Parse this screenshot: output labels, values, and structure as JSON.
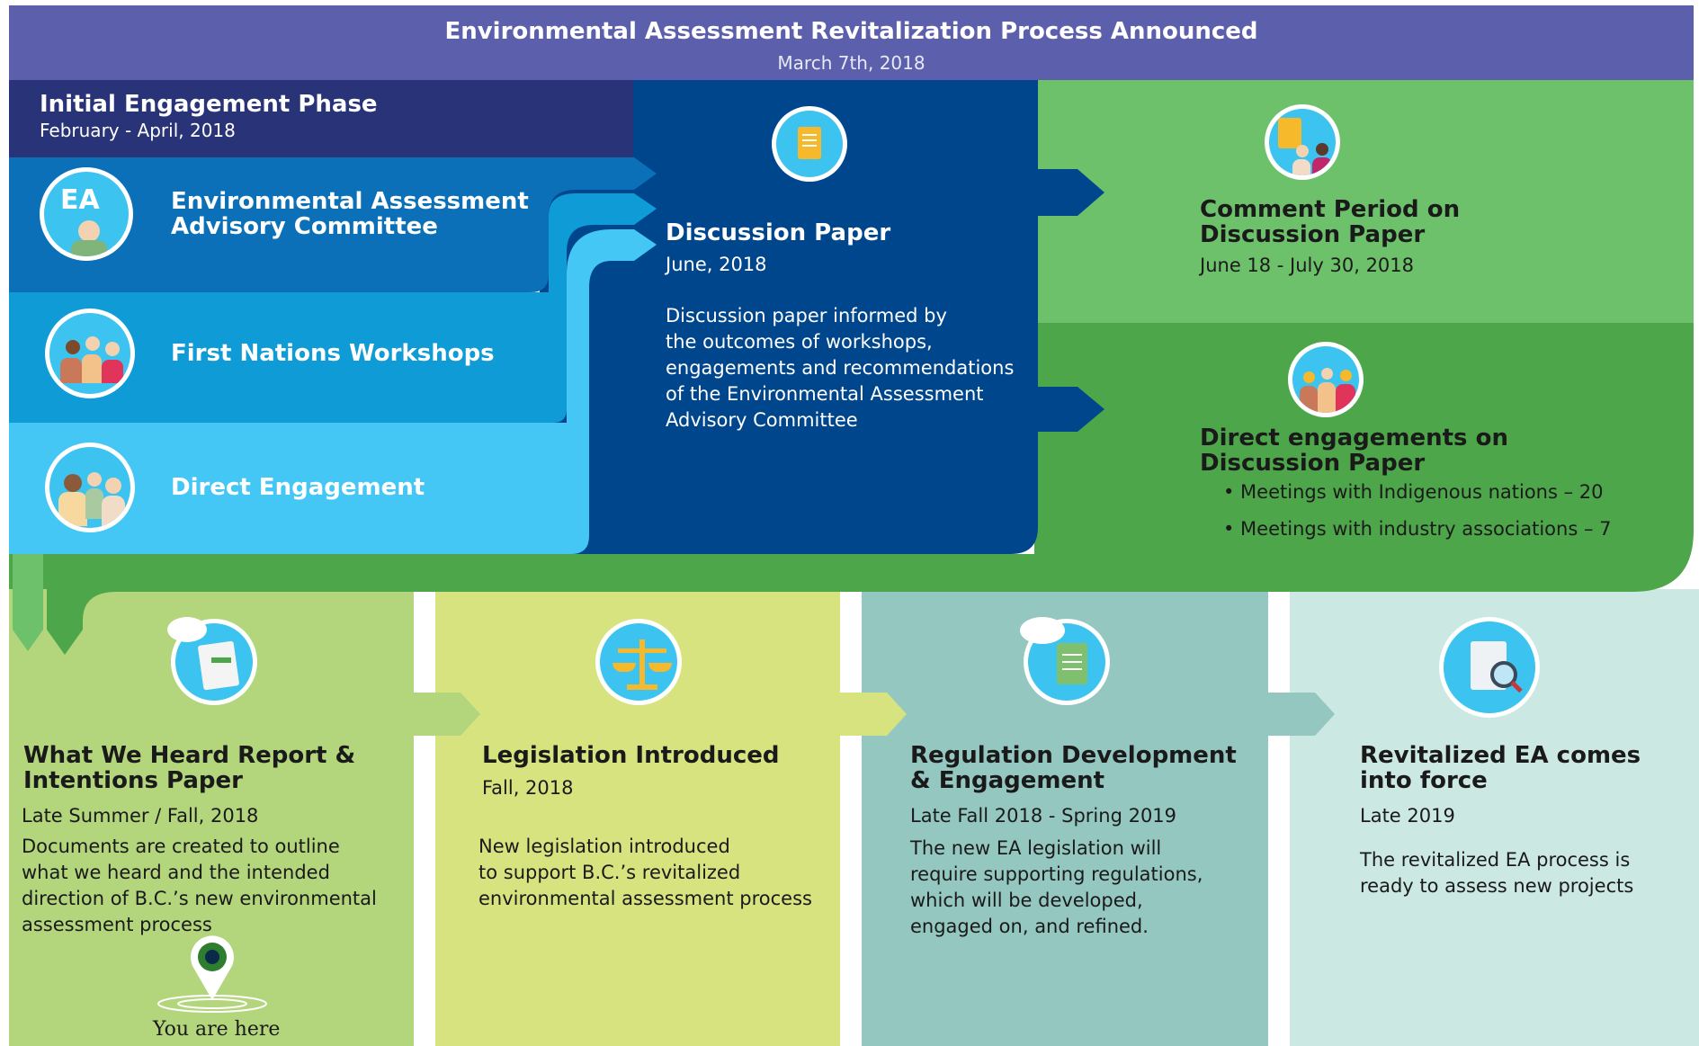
{
  "header": {
    "title": "Environmental Assessment Revitalization Process Announced",
    "date": "March 7th, 2018"
  },
  "initial_phase": {
    "title": "Initial Engagement Phase",
    "date": "February - April, 2018",
    "items": [
      {
        "label_line1": "Environmental Assessment",
        "label_line2": "Advisory Committee",
        "icon": "ea-committee-icon",
        "badge": "EA"
      },
      {
        "label": "First Nations Workshops",
        "icon": "workshop-group-icon"
      },
      {
        "label": "Direct Engagement",
        "icon": "people-icon"
      }
    ]
  },
  "discussion_paper": {
    "title": "Discussion Paper",
    "date": "June, 2018",
    "body": [
      "Discussion paper  informed by",
      "the outcomes of workshops,",
      "engagements and recommendations",
      "of the Environmental Assessment",
      "Advisory Committee"
    ],
    "icon": "document-icon"
  },
  "comment_period": {
    "title_line1": "Comment Period on",
    "title_line2": "Discussion Paper",
    "date": "June 18 - July 30, 2018",
    "icon": "document-people-icon"
  },
  "direct_engagements": {
    "title_line1": "Direct engagements on",
    "title_line2": "Discussion Paper",
    "bullets": [
      "• Meetings with Indigenous nations – 20",
      "• Meetings with industry associations – 7"
    ],
    "icon": "people-group-icon"
  },
  "stages": [
    {
      "title_line1": "What We Heard Report &",
      "title_line2": "Intentions Paper",
      "date": "Late Summer / Fall, 2018",
      "body": [
        "Documents are created to outline",
        "what we heard and the intended",
        "direction of  B.C.’s new environmental",
        "assessment process"
      ],
      "icon": "report-icon"
    },
    {
      "title_line1": "Legislation Introduced",
      "date": "Fall, 2018",
      "body": [
        "New legislation introduced",
        "to support B.C.’s revitalized",
        "environmental assessment process"
      ],
      "icon": "scales-icon"
    },
    {
      "title_line1": "Regulation Development",
      "title_line2": "& Engagement",
      "date": "Late Fall 2018 - Spring 2019",
      "body": [
        "The new EA legislation will",
        "require supporting regulations,",
        "which will be developed,",
        "engaged on, and refined."
      ],
      "icon": "document-speech-icon"
    },
    {
      "title_line1": "Revitalized EA comes",
      "title_line2": "into force",
      "date": "Late 2019",
      "body": [
        "The revitalized EA process is",
        "ready to assess new projects"
      ],
      "icon": "magnifier-document-icon"
    }
  ],
  "marker": {
    "label": "You are here",
    "icon": "location-pin-icon"
  },
  "colors": {
    "header": "#5c5fab",
    "phase_header": "#293378",
    "discussion": "#00468c",
    "row1": "#0b70b8",
    "row2": "#0f9bd6",
    "row3": "#44c7f4",
    "green_light": "#6cc16a",
    "green_dark": "#4da64a",
    "stage1": "#b3d57c",
    "stage2": "#d7e37f",
    "stage3": "#93c7c0",
    "stage4": "#cce8e3"
  }
}
